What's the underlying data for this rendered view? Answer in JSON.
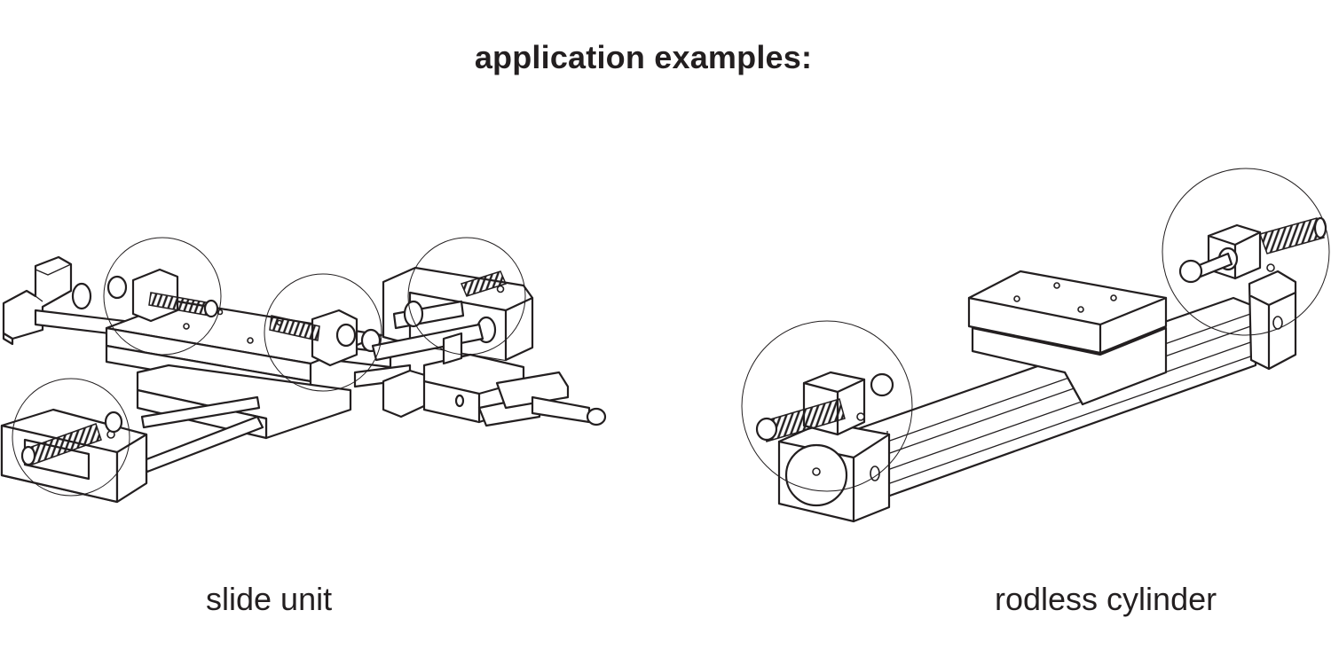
{
  "title": "application examples:",
  "examples": [
    {
      "label": "slide unit",
      "icon": "slide-unit-drawing"
    },
    {
      "label": "rodless cylinder",
      "icon": "rodless-cylinder-drawing"
    }
  ],
  "colors": {
    "line": "#231f20",
    "background": "#ffffff"
  }
}
